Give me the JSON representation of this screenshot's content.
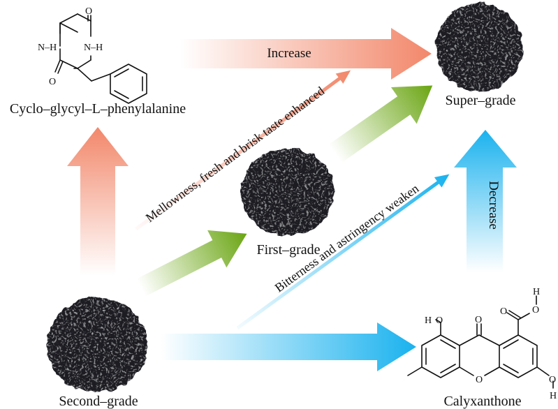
{
  "compounds": {
    "top": {
      "name": "Cyclo–glycyl–L–phenylalanine",
      "atoms": {
        "nh_left": "N–H",
        "nh_right": "N–H",
        "o_top": "O",
        "o_bottom": "O"
      }
    },
    "bottom": {
      "name": "Calyxanthone",
      "atoms": {
        "oh_top_left_h": "H",
        "oh_top_left_o": "O",
        "carbonyl_o": "O",
        "cooh_o": "O",
        "cooh_oh_o": "O",
        "cooh_oh_h": "H",
        "ring_o": "O",
        "oh_right_o": "O",
        "oh_right_h": "H"
      }
    }
  },
  "grades": {
    "second": "Second–grade",
    "first": "First–grade",
    "super": "Super–grade"
  },
  "arrows": {
    "increase": "Increase",
    "decrease": "Decrease",
    "mellowness": "Mellowness, fresh and brisk taste enhanced",
    "bitterness": "Bitterness and astringency weaken"
  },
  "colors": {
    "increase_arrow": "#f2876a",
    "decrease_arrow": "#1ab2ee",
    "grade_arrow": "#6aa512",
    "tea": "#1c1d22"
  }
}
